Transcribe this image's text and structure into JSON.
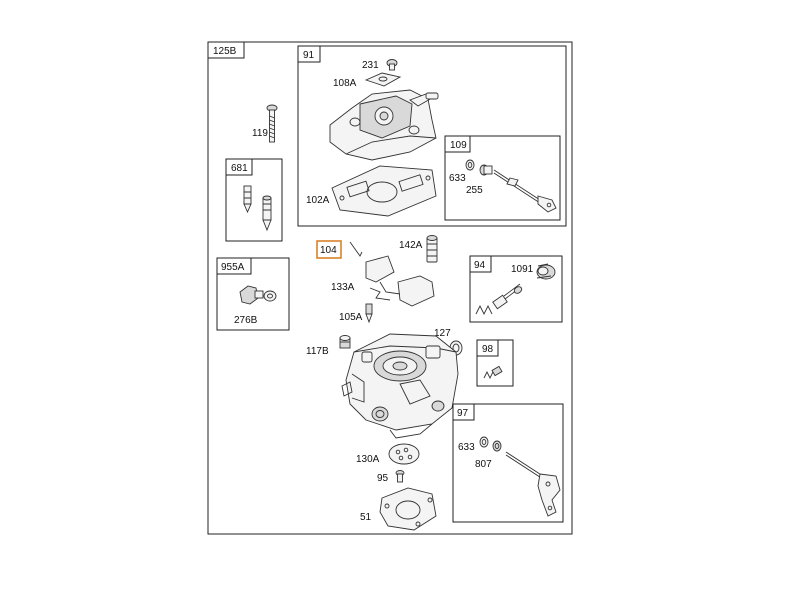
{
  "diagram": {
    "main_box": "125B",
    "groups": {
      "g91": "91",
      "g109": "109",
      "g681": "681",
      "g955A": "955A",
      "g94": "94",
      "g98": "98",
      "g97": "97",
      "g104": "104"
    },
    "parts": {
      "p231": "231",
      "p108A": "108A",
      "p119": "119",
      "p102A": "102A",
      "p633a": "633",
      "p255": "255",
      "p142A": "142A",
      "p1091": "1091",
      "p133A": "133A",
      "p105A": "105A",
      "p276B": "276B",
      "p127": "127",
      "p117B": "117B",
      "p633b": "633",
      "p807": "807",
      "p130A": "130A",
      "p95": "95",
      "p51": "51"
    },
    "colors": {
      "highlight": "#d9822b",
      "stroke": "#333333"
    }
  }
}
